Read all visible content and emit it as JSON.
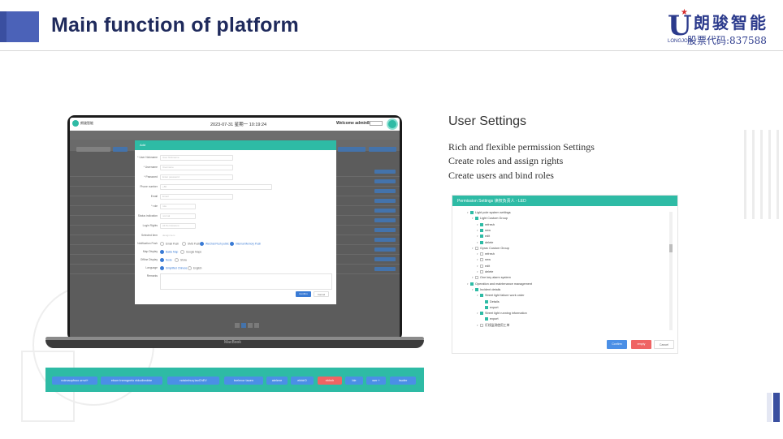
{
  "header": {
    "title": "Main function of platform"
  },
  "logo": {
    "cn_name": "朗骏智能",
    "brand": "LONGJOIN",
    "stock_code": "股票代码:837588"
  },
  "laptop": {
    "brand_label": "MacBook",
    "app": {
      "logo_text": "朗骏智能",
      "clock": "2023-07-31 星期一 10:19:24",
      "welcome": "Welcome  admin8",
      "modal": {
        "title": "Add",
        "fields": [
          {
            "label": "* User Nickname",
            "placeholder": "User Nickname"
          },
          {
            "label": "* Username",
            "placeholder": "Username"
          },
          {
            "label": "* Password",
            "placeholder": "Enter password"
          },
          {
            "label": "Phone number",
            "placeholder": "+86"
          },
          {
            "label": "Email",
            "placeholder": "Email"
          },
          {
            "label": "* role",
            "placeholder": "role"
          },
          {
            "label": "Status indication",
            "placeholder": "normal"
          },
          {
            "label": "Login Rights",
            "placeholder": "All Permissions"
          },
          {
            "label": "Selected item",
            "placeholder": "design item"
          }
        ],
        "radio_groups": [
          {
            "label": "Notification Push",
            "options": [
              "Email Push",
              "SMS Push",
              "WeChat Push public",
              "Internal Memory Push"
            ]
          },
          {
            "label": "Map Display",
            "options": [
              "Baidu Map",
              "Google Maps"
            ]
          },
          {
            "label": "Offline Display",
            "options": [
              "Node",
              "Show"
            ]
          },
          {
            "label": "Language",
            "options": [
              "Simplified Chinese",
              "English"
            ]
          }
        ],
        "remark_label": "Remarks",
        "confirm": "Confirm",
        "cancel": "Cancel"
      }
    }
  },
  "button_strip": [
    "nolmaupfnoo ərnvl+",
    "ebom tnemgnelo eldudbmbbe",
    "noisimhuq laoChEV",
    "tnelnvor tauen",
    "atelene",
    "ebbirO",
    "ebhnh",
    "ble",
    "wer +",
    "hsofer"
  ],
  "user_settings": {
    "title": "User Settings",
    "lines": [
      "Rich and flexible permission Settings",
      "Create roles and assign rights",
      "Create users and bind roles"
    ]
  },
  "permission_panel": {
    "title": "Permission Settings 读权负责人 - LED",
    "tree": [
      {
        "label": "Light pole system settings",
        "level": 0,
        "checked": true
      },
      {
        "label": "Light Custom Group",
        "level": 1,
        "checked": true
      },
      {
        "label": "refresh",
        "level": 2,
        "checked": true
      },
      {
        "label": "new",
        "level": 2,
        "checked": true
      },
      {
        "label": "edit",
        "level": 2,
        "checked": true
      },
      {
        "label": "delete",
        "level": 2,
        "checked": true
      },
      {
        "label": "Gyrav Custom Group",
        "level": 1,
        "checked": false
      },
      {
        "label": "refresh",
        "level": 2,
        "checked": false
      },
      {
        "label": "new",
        "level": 2,
        "checked": false
      },
      {
        "label": "edit",
        "level": 2,
        "checked": false
      },
      {
        "label": "delete",
        "level": 2,
        "checked": false
      },
      {
        "label": "One key alarm system",
        "level": 1,
        "checked": false
      },
      {
        "label": "Operation and maintenance management",
        "level": 0,
        "checked": true
      },
      {
        "label": "Incident details",
        "level": 1,
        "checked": true
      },
      {
        "label": "Street light failure work order",
        "level": 2,
        "checked": true
      },
      {
        "label": "Details",
        "level": 3,
        "checked": true
      },
      {
        "label": "export",
        "level": 3,
        "checked": true
      },
      {
        "label": "Street light running information",
        "level": 2,
        "checked": true
      },
      {
        "label": "export",
        "level": 3,
        "checked": true
      },
      {
        "label": "灯线监测使用工单",
        "level": 2,
        "checked": false
      }
    ],
    "confirm": "Confirm",
    "empty": "empty",
    "cancel": "Cancel"
  }
}
